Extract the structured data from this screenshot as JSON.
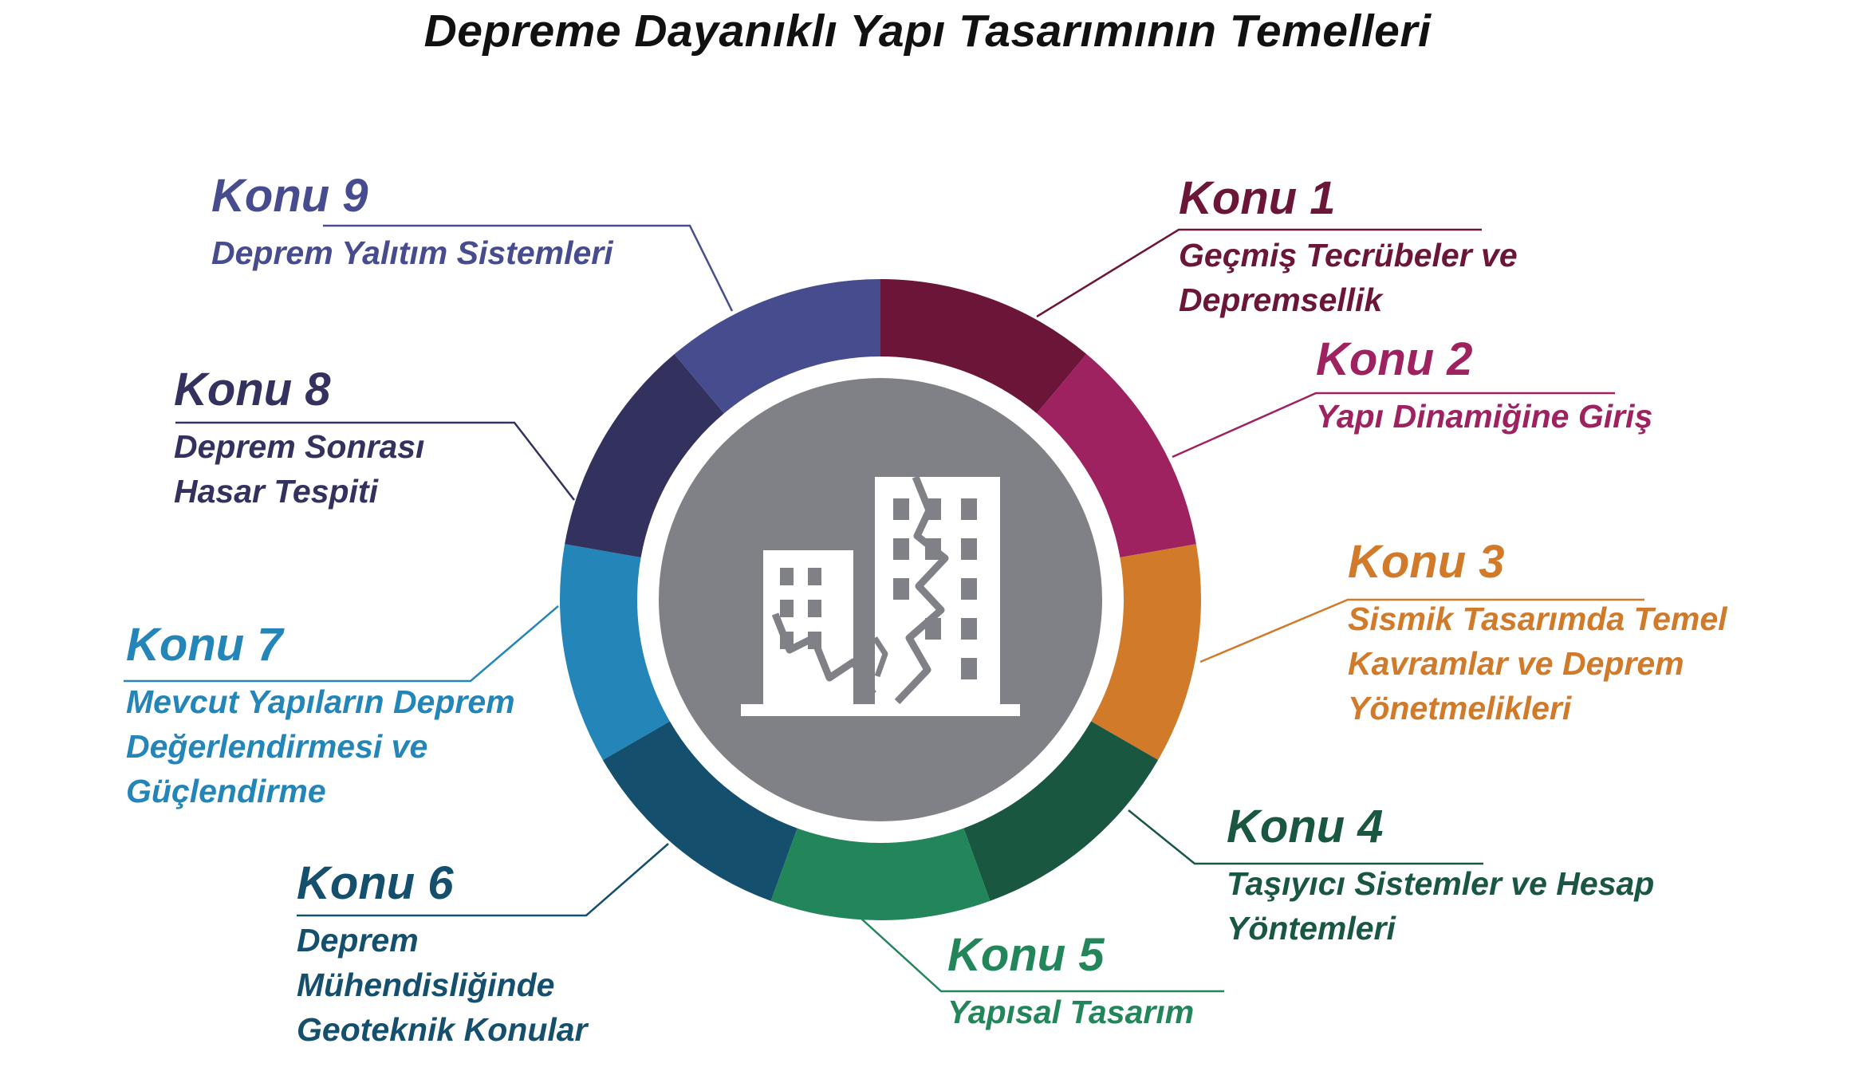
{
  "title": "Depreme Dayanıklı Yapı Tasarımının Temelleri",
  "center": {
    "icon": "damaged-buildings-icon",
    "fill": "#808087"
  },
  "topics": [
    {
      "id": 1,
      "heading": "Konu 1",
      "lines": [
        "Geçmiş Tecrübeler ve",
        "Depremsellik"
      ],
      "color": "#6B1638"
    },
    {
      "id": 2,
      "heading": "Konu 2",
      "lines": [
        "Yapı Dinamiğine Giriş"
      ],
      "color": "#9E2160"
    },
    {
      "id": 3,
      "heading": "Konu 3",
      "lines": [
        "Sismik Tasarımda Temel",
        "Kavramlar ve Deprem",
        "Yönetmelikleri"
      ],
      "color": "#D07A2A"
    },
    {
      "id": 4,
      "heading": "Konu 4",
      "lines": [
        "Taşıyıcı Sistemler ve Hesap",
        "Yöntemleri"
      ],
      "color": "#195741"
    },
    {
      "id": 5,
      "heading": "Konu 5",
      "lines": [
        "Yapısal Tasarım"
      ],
      "color": "#23855A"
    },
    {
      "id": 6,
      "heading": "Konu 6",
      "lines": [
        "Deprem",
        "Mühendisliğinde",
        "Geoteknik Konular"
      ],
      "color": "#144F6D"
    },
    {
      "id": 7,
      "heading": "Konu 7",
      "lines": [
        "Mevcut Yapıların Deprem",
        "Değerlendirmesi ve",
        "Güçlendirme"
      ],
      "color": "#2486B8"
    },
    {
      "id": 8,
      "heading": "Konu 8",
      "lines": [
        "Deprem Sonrası",
        "Hasar Tespiti"
      ],
      "color": "#33325E"
    },
    {
      "id": 9,
      "heading": "Konu 9",
      "lines": [
        "Deprem Yalıtım Sistemleri"
      ],
      "color": "#464C8E"
    }
  ]
}
